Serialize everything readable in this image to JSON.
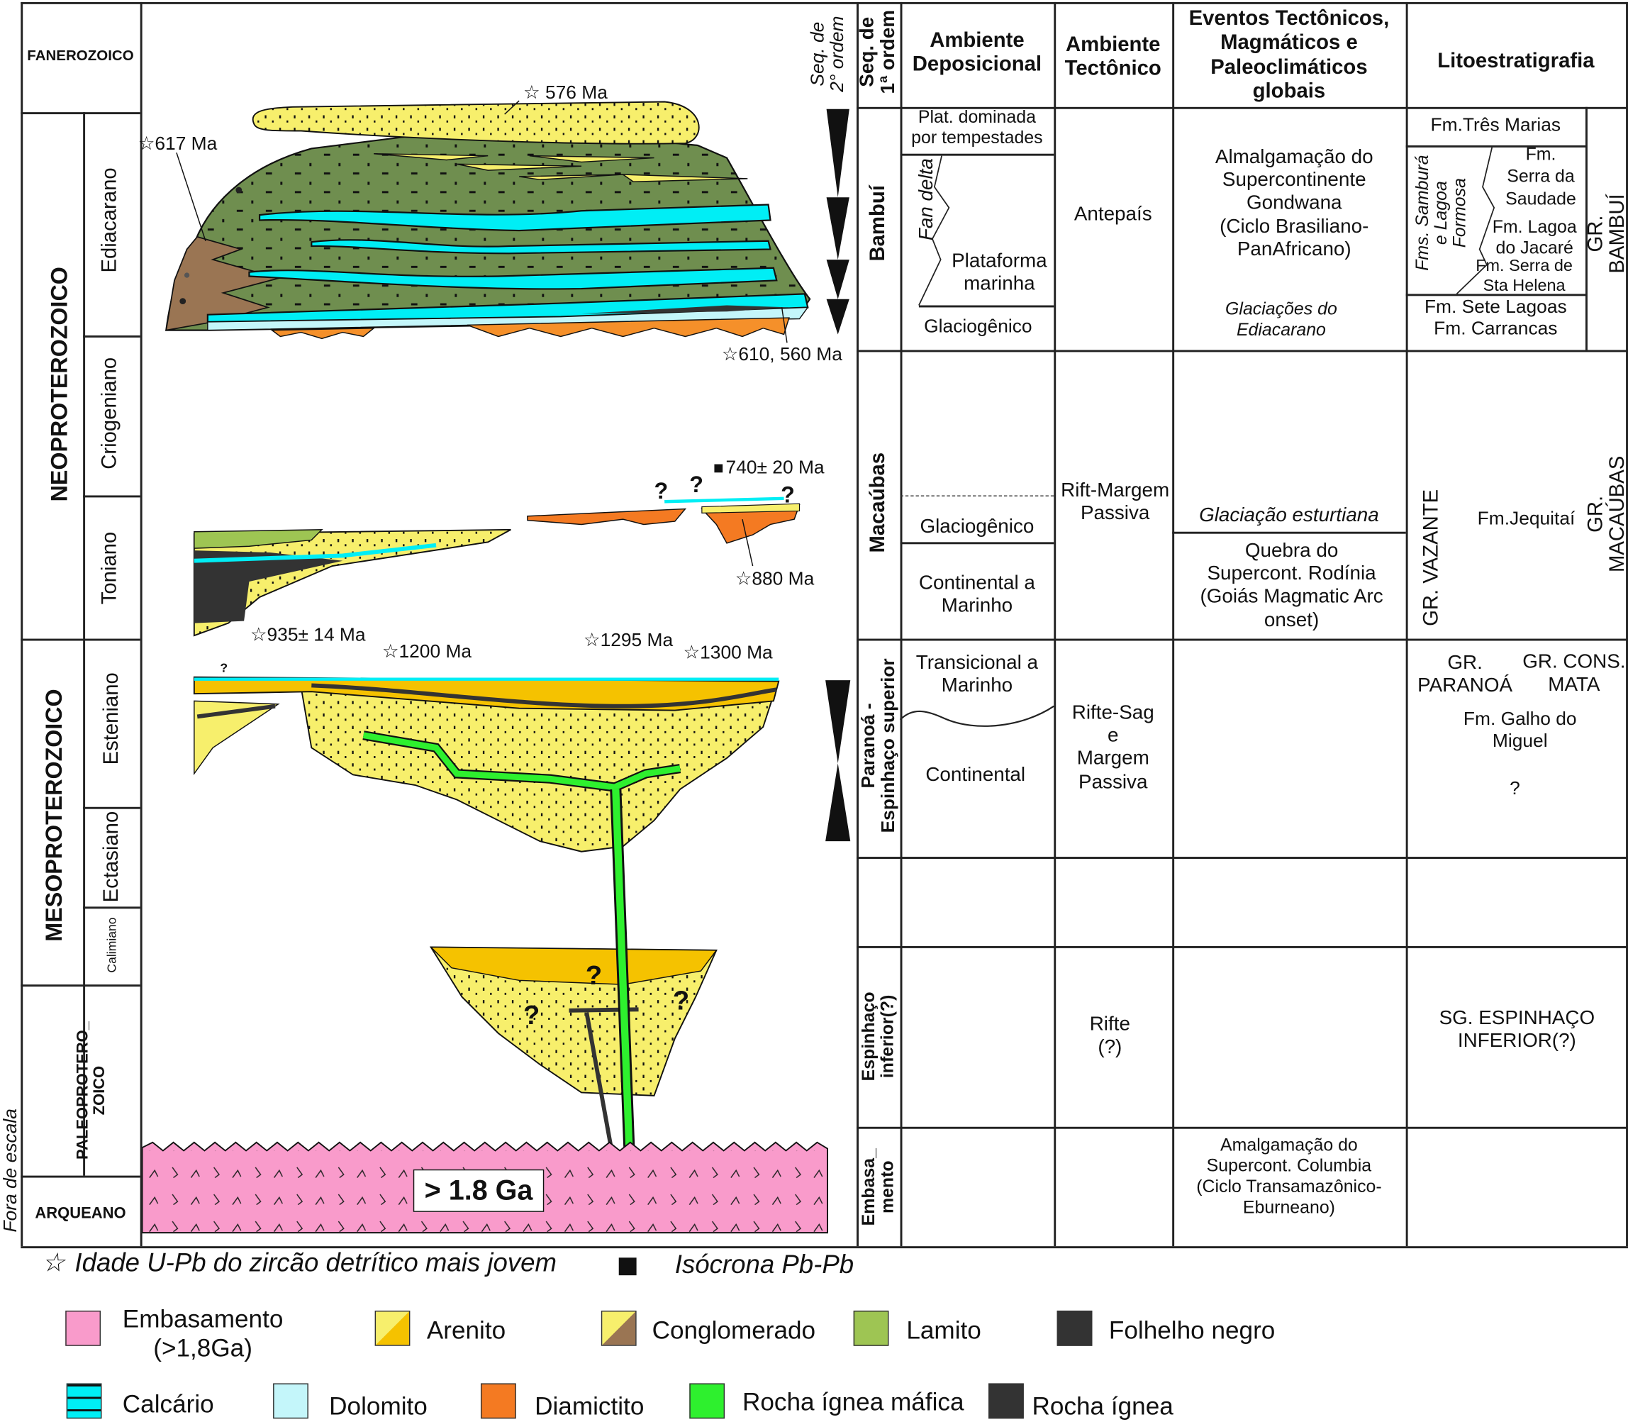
{
  "time_scale": {
    "eras": [
      "FANEROZOICO",
      "NEOPROTEROZOICO",
      "MESOPROTEROZOICO",
      "PALEOPROTERO_\nZOICO",
      "ARQUEANO"
    ],
    "periods": [
      "Ediacarano",
      "Criogeniano",
      "Toniano",
      "Esteniano",
      "Ectasiano",
      "Calimiano"
    ],
    "note": "Fora de escala"
  },
  "section": {
    "second_order_label": "Seq. de\n2° ordem",
    "ages": [
      "☆ 576 Ma",
      "☆617 Ma",
      "☆610, 560 Ma",
      "740± 20 Ma",
      "☆880 Ma",
      "☆935± 14 Ma",
      "☆1200 Ma",
      "☆1295 Ma",
      "☆1300 Ma"
    ],
    "question_mark": "?",
    "basement_label": "> 1.8 Ga"
  },
  "table": {
    "headers": [
      "Seq. de\n1ª ordem",
      "Ambiente\nDeposicional",
      "Ambiente\nTectônico",
      "Eventos Tectônicos,\nMagmáticos e\nPaleoclimáticos\nglobais",
      "Litoestratigrafia"
    ],
    "rows": {
      "bambui": {
        "seq": "Bambuí",
        "dep": [
          "Plat.  dominada\npor tempestades",
          "Fan delta",
          "Plataforma\nmarinha",
          "Glaciogênico"
        ],
        "tect": "Antepaís",
        "events": [
          "Almalgamação do\nSupercontinente\nGondwana\n(Ciclo Brasiliano-\nPanAfricano)",
          "Glaciações do\nEdiacarano"
        ],
        "lito": [
          "Fm.Três Marias",
          "Fms. Samburá\ne Lagoa\nFormosa",
          "Fm.\nSerra da\nSaudade",
          "Fm. Lagoa\ndo Jacaré",
          "Fm. Serra de\nSta Helena",
          "Fm. Sete Lagoas\nFm. Carrancas",
          "GR. BAMBUÍ"
        ]
      },
      "macaubas": {
        "seq": "Macaúbas",
        "dep": [
          "Glaciogênico",
          "Continental a\nMarinho"
        ],
        "tect": "Rift-Margem\nPassiva",
        "events": [
          "Glaciação esturtiana",
          "Quebra do\nSupercont. Rodínia\n(Goiás Magmatic Arc\nonset)"
        ],
        "lito": [
          "GR. VAZANTE",
          "Fm.Jequitaí",
          "GR. MACAÚBAS"
        ]
      },
      "paranoa": {
        "seq": "Paranoá -\nEspinhaço superior",
        "dep": [
          "Transicional a\nMarinho",
          "Continental"
        ],
        "tect": "Rifte-Sag\ne\nMargem\nPassiva",
        "lito": [
          "GR.\nPARANOÁ",
          "GR. CONS.\nMATA",
          "Fm. Galho do\nMiguel",
          "?"
        ]
      },
      "espinhaco": {
        "seq": "Espinhaço\ninferior(?)",
        "tect": "Rifte\n(?)",
        "lito": "SG. ESPINHAÇO\nINFERIOR(?)"
      },
      "embasamento": {
        "seq": "Embasa_\nmento",
        "events": "Amalgamação do\nSupercont. Columbia\n(Ciclo Transamazônico-\nEburneano)"
      }
    }
  },
  "legend": {
    "star_label": "Idade U-Pb do zircão detrítico mais jovem",
    "star_symbol": "☆",
    "square_label": "Isócrona Pb-Pb",
    "items": [
      "Embasamento\n(>1,8Ga)",
      "Arenito",
      "Conglomerado",
      "Lamito",
      "Folhelho negro",
      "Calcário",
      "Dolomito",
      "Diamictito",
      "Rocha ígnea máfica",
      "Rocha ígnea"
    ]
  },
  "colors": {
    "embasamento": "#f99bcb",
    "arenito": "#f7ef6c",
    "arenito_dark": "#f5c200",
    "conglomerado": "#9a7553",
    "lamito": "#9ec553",
    "folhelho": "#333333",
    "calcario": "#00eef5",
    "dolomito": "#c4f6fa",
    "diamictito": "#f47a22",
    "ignea_mafica": "#2ef02e",
    "ediacaran_green": "#6f8e4f"
  }
}
